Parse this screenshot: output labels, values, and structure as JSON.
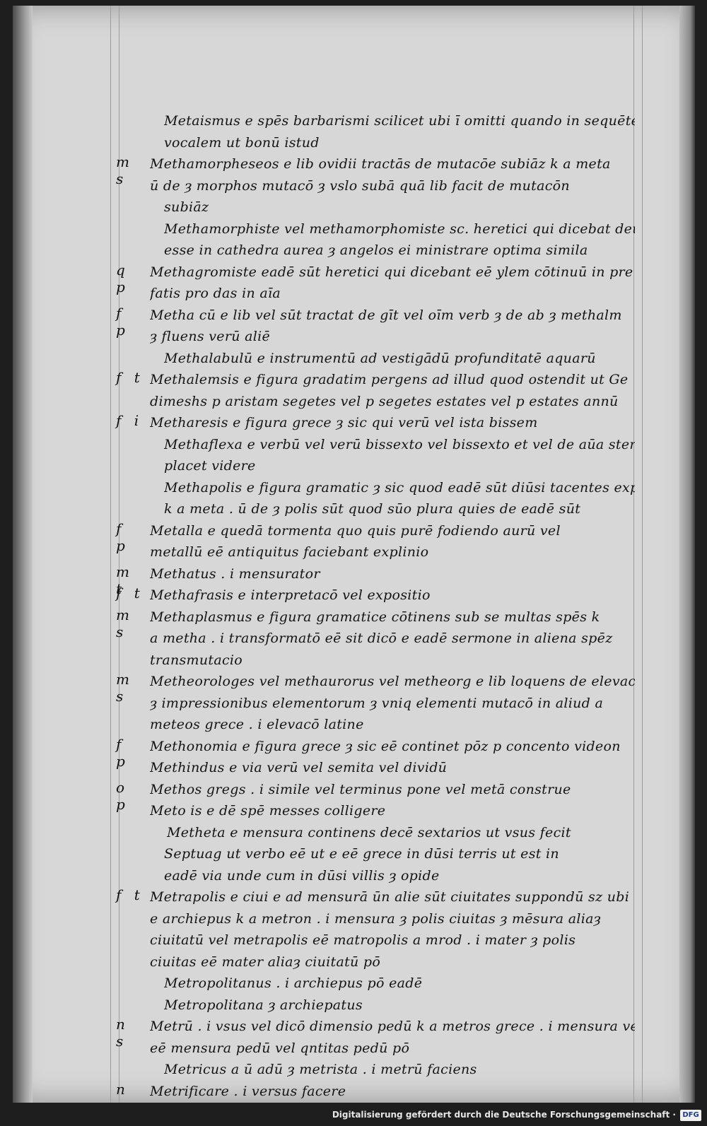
{
  "manuscript": {
    "lines": [
      {
        "marg": "",
        "text": "Metaismus e spēs barbarismi scilicet ubi ī omitti quando in sequēte",
        "cls": "indent"
      },
      {
        "marg": "",
        "text": "vocalem ut bonū istud",
        "cls": "indent"
      },
      {
        "marg": "m s",
        "text": "Methamorpheseos e lib ovidii tractās de mutacōe subiāz k a meta",
        "cls": ""
      },
      {
        "marg": "",
        "text": "ū de ȝ morphos mutacō ȝ vslo subā quā lib facit de mutacōn",
        "cls": ""
      },
      {
        "marg": "",
        "text": "subiāz",
        "cls": "indent"
      },
      {
        "marg": "",
        "text": "Methamorphiste vel methamorphomiste sc. heretici qui dicebat deū",
        "cls": "indent"
      },
      {
        "marg": "",
        "text": "esse in cathedra aurea ȝ angelos ei ministrare optima simila",
        "cls": "indent"
      },
      {
        "marg": "q p",
        "text": "Methagromiste eadē sūt heretici qui dicebant eē ylem cōtinuū in pre",
        "cls": ""
      },
      {
        "marg": "",
        "text": "fatis pro das in aīa",
        "cls": ""
      },
      {
        "marg": "f p",
        "text": "Metha cū e lib vel sūt tractat de gīt vel oīm verb ȝ de ab ȝ methalm",
        "cls": ""
      },
      {
        "marg": "",
        "text": "ȝ fluens verū aliē",
        "cls": ""
      },
      {
        "marg": "",
        "text": "Methalabulū e instrumentū ad vestigādū profunditatē aquarū",
        "cls": "indent"
      },
      {
        "marg": "f t",
        "text": "Methalemsis e figura gradatim pergens ad illud quod ostendit ut Ge",
        "cls": ""
      },
      {
        "marg": "",
        "text": "dimeshs p aristam segetes vel p segetes estates vel p estates annū",
        "cls": ""
      },
      {
        "marg": "f i",
        "text": "Metharesis e figura grece ȝ sic qui verū vel ista bissem",
        "cls": ""
      },
      {
        "marg": "",
        "text": "Methaflexa e verbū vel verū bissexto vel bissexto et vel de aūa ster",
        "cls": "indent"
      },
      {
        "marg": "",
        "text": "placet videre",
        "cls": "indent"
      },
      {
        "marg": "",
        "text": "Methapolis e figura gramatic ȝ sic quod eadē sūt diūsi tacentes exprim",
        "cls": "indent"
      },
      {
        "marg": "",
        "text": "k a meta . ū de ȝ polis sūt quod sūo plura quies de eadē sūt",
        "cls": "indent"
      },
      {
        "marg": "f p",
        "text": "Metalla e quedā tormenta quo quis purē fodiendo aurū vel",
        "cls": ""
      },
      {
        "marg": "",
        "text": "metallū eē antiquitus faciebant explinio",
        "cls": ""
      },
      {
        "marg": "m t",
        "text": "Methatus . i mensurator",
        "cls": ""
      },
      {
        "marg": "f t",
        "text": "Methafrasis e interpretacō vel expositio",
        "cls": ""
      },
      {
        "marg": "m s",
        "text": "Methaplasmus e figura gramatice cōtinens sub se multas spēs k",
        "cls": ""
      },
      {
        "marg": "",
        "text": "a metha . i transformatō eē sit dicō e eadē sermone in aliena spēz",
        "cls": ""
      },
      {
        "marg": "",
        "text": "transmutacio",
        "cls": ""
      },
      {
        "marg": "m s",
        "text": "Metheorologes vel methaurorus vel metheorg e lib loquens de elevacōe",
        "cls": ""
      },
      {
        "marg": "",
        "text": "ȝ impressionibus elementorum ȝ vniq elementi mutacō in aliud a",
        "cls": ""
      },
      {
        "marg": "",
        "text": "meteos grece . i elevacō latine",
        "cls": ""
      },
      {
        "marg": "f p",
        "text": "Methonomia e figura grece ȝ sic eē continet pōz p concento videon",
        "cls": ""
      },
      {
        "marg": "",
        "text": "Methindus e via verū vel semita vel dividū",
        "cls": ""
      },
      {
        "marg": "o p",
        "text": "Methos gregs . i simile vel terminus pone vel metā construe",
        "cls": ""
      },
      {
        "marg": "",
        "text": "Meto is e dē spē messes colligere",
        "cls": ""
      },
      {
        "marg": "",
        "text": "Metheta e mensura continens decē sextarios ut vsus fecit",
        "cls": "deep"
      },
      {
        "marg": "",
        "text": "Septuag ut verbo eē ut e eē grece in dūsi terris ut est in",
        "cls": "indent"
      },
      {
        "marg": "",
        "text": "eadē via unde cum in dūsi villis ȝ opide",
        "cls": "indent"
      },
      {
        "marg": "f t",
        "text": "Metrapolis e ciui e ad mensurā ūn alie sūt ciuitates suppondū sz ubi",
        "cls": ""
      },
      {
        "marg": "",
        "text": "e archiepus k a metron . i mensura ȝ polis ciuitas ȝ mēsura aliaȝ",
        "cls": ""
      },
      {
        "marg": "",
        "text": "ciuitatū vel metrapolis eē matropolis a mrod . i mater ȝ polis",
        "cls": ""
      },
      {
        "marg": "",
        "text": "ciuitas eē mater aliaȝ ciuitatū pō",
        "cls": ""
      },
      {
        "marg": "",
        "text": "Metropolitanus . i archiepus pō eadē",
        "cls": "indent"
      },
      {
        "marg": "",
        "text": "Metropolitana ȝ archiepatus",
        "cls": "indent"
      },
      {
        "marg": "n s",
        "text": "Metrū . i vsus vel dicō dimensio pedū k a metros grece . i mensura vel",
        "cls": ""
      },
      {
        "marg": "",
        "text": "eē mensura pedū vel qntitas pedū pō",
        "cls": ""
      },
      {
        "marg": "",
        "text": "Metricus a ū adū ȝ metrista . i metrū faciens",
        "cls": "indent"
      },
      {
        "marg": "n p",
        "text": "Metrificare . i versus facere",
        "cls": ""
      }
    ]
  },
  "footer": {
    "credit": "Digitalisierung gefördert durch die Deutsche Forschungsgemeinschaft ·",
    "logo": "DFG"
  }
}
